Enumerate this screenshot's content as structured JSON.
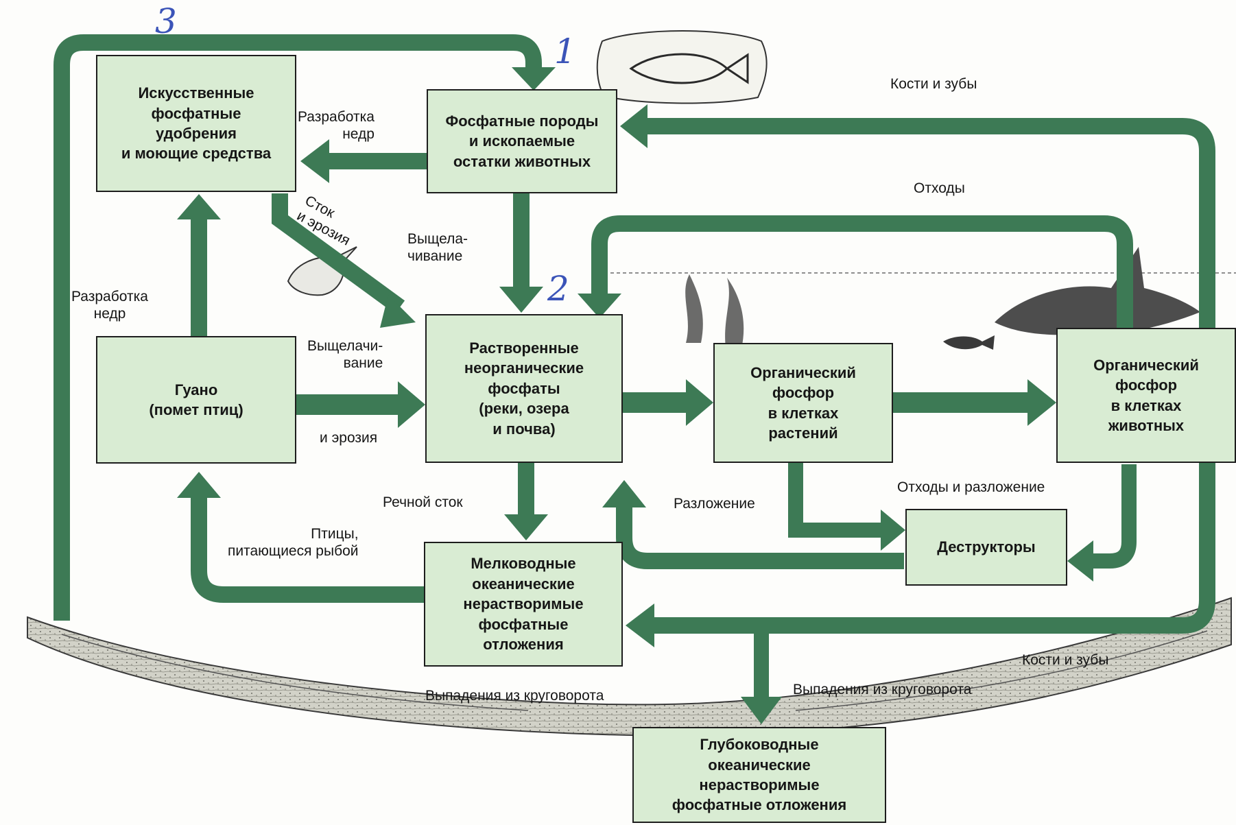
{
  "colors": {
    "arrow": "#3d7a55",
    "box_fill": "#d9ecd3",
    "box_border": "#1d1d1d",
    "annotation": "#3b54b8",
    "sediment_fill": "#d2d2c8"
  },
  "nodes": {
    "fertilizers": "Искусственные\nфосфатные\nудобрения\nи моющие средства",
    "rocks": "Фосфатные породы\nи ископаемые\nостатки животных",
    "guano": "Гуано\n(помет птиц)",
    "dissolved": "Растворенные\nнеорганические\nфосфаты\n(реки, озера\nи почва)",
    "plants": "Органический\nфосфор\nв клетках\nрастений",
    "animals": "Органический\nфосфор\nв клетках\nживотных",
    "decomposers": "Деструкторы",
    "shallow": "Мелководные\nокеанические\nнерастворимые\nфосфатные\nотложения",
    "deep": "Глубоководные\nокеанические\nнерастворимые\nфосфатные отложения"
  },
  "labels": {
    "mining_top": "Разработка\nнедр",
    "runoff_erosion": "Сток\nи эрозия",
    "leaching_top": "Выщела-\nчивание",
    "mining_left": "Разработка\nнедр",
    "leaching_left": "Выщелачи-\nвание",
    "and_erosion": "и эрозия",
    "river_runoff": "Речной сток",
    "fish_birds": "Птицы,\nпитающиеся рыбой",
    "bones_teeth_top": "Кости и зубы",
    "waste": "Отходы",
    "waste_decay": "Отходы и разложение",
    "decomposition": "Разложение",
    "bones_teeth_bottom": "Кости и зубы",
    "loss_left": "Выпадения из круговорота",
    "loss_right": "Выпадения из круговорота"
  },
  "annotations": {
    "n1": "1",
    "n2": "2",
    "n3": "3"
  }
}
